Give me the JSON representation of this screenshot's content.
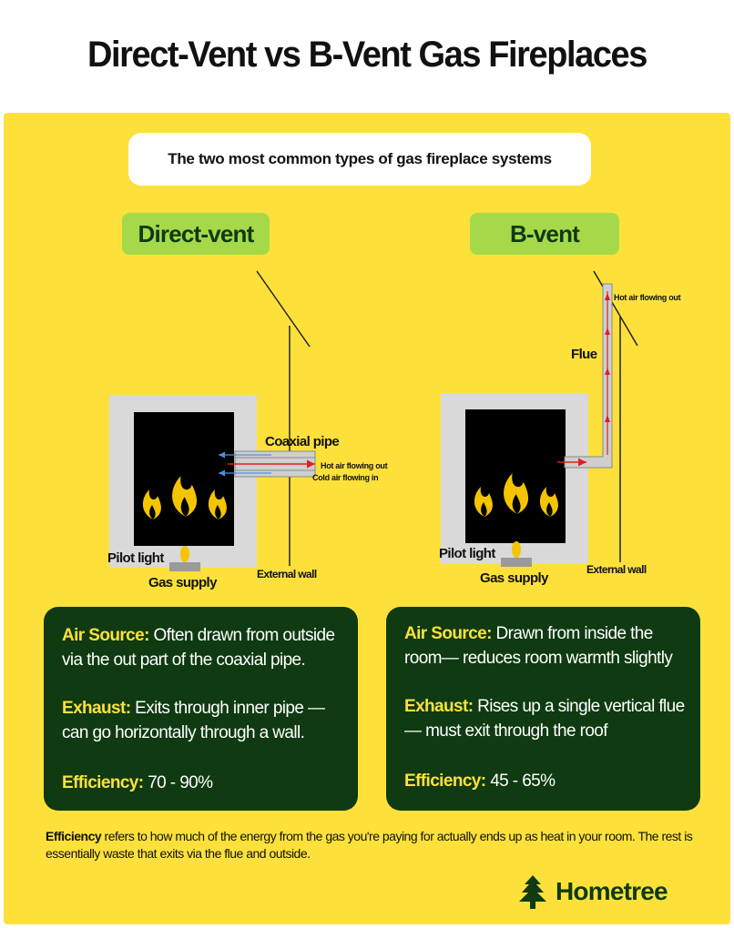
{
  "title": "Direct-Vent vs B-Vent Gas Fireplaces",
  "subtitle": "The two most common types of gas fireplace systems",
  "direct_vent": {
    "tag": "Direct-vent",
    "labels": {
      "coaxial_pipe": "Coaxial pipe",
      "hot_air": "Hot air flowing out",
      "cold_air": "Cold air flowing in",
      "pilot_light": "Pilot light",
      "gas_supply": "Gas supply",
      "external_wall": "External wall"
    },
    "card": {
      "air_source_key": "Air Source:",
      "air_source_text": "Often drawn from outside via the out part of the coaxial pipe.",
      "exhaust_key": "Exhaust:",
      "exhaust_text": "Exits through inner pipe — can go horizontally through a wall.",
      "efficiency_key": "Efficiency:",
      "efficiency_text": "70 - 90%"
    }
  },
  "b_vent": {
    "tag": "B-vent",
    "labels": {
      "hot_air": "Hot air flowing out",
      "flue": "Flue",
      "pilot_light": "Pilot light",
      "gas_supply": "Gas supply",
      "external_wall": "External wall"
    },
    "card": {
      "air_source_key": "Air Source:",
      "air_source_text": "Drawn from inside the room— reduces room warmth slightly",
      "exhaust_key": "Exhaust:",
      "exhaust_text": "Rises up a single vertical flue — must exit through the roof",
      "efficiency_key": "Efficiency:",
      "efficiency_text": "45 - 65%"
    }
  },
  "footnote": {
    "lead": "Efficiency",
    "text": "refers to how much of the energy from the gas you're paying for actually ends up as heat in your room. The rest is essentially waste that exits via the flue and outside."
  },
  "brand": {
    "name": "Hometree",
    "icon": "tree-icon"
  },
  "colors": {
    "background_panel": "#fde13a",
    "card_green": "#0f3a12",
    "tag_green": "#a5d94a",
    "key_yellow": "#fde13a",
    "flame": "#f5c400",
    "arrow_red": "#e02020",
    "arrow_blue": "#4a90e2"
  }
}
